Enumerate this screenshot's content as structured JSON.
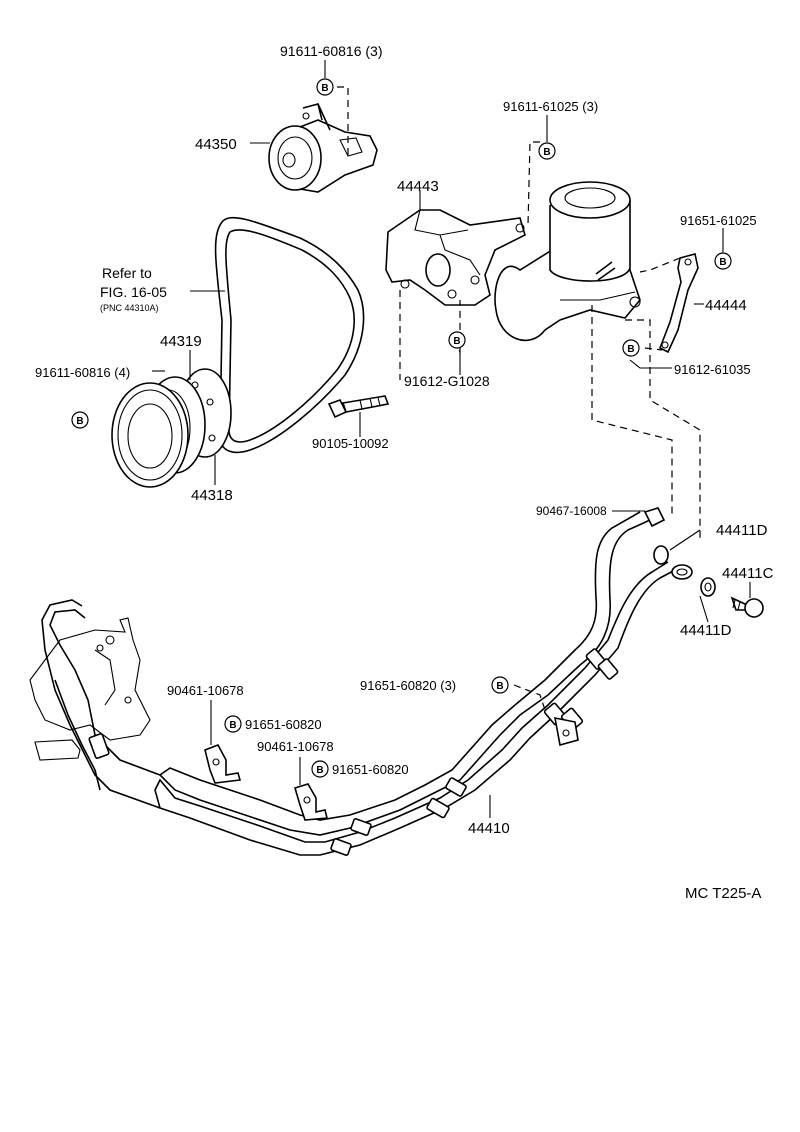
{
  "parts": {
    "pump": "44350",
    "pump_bolt": "91611-60816 (3)",
    "bracket_bolt_top": "91611-61025 (3)",
    "bracket": "44443",
    "stay_bolt": "91651-61025",
    "stay": "44444",
    "stay_bolt_lower": "91612-61035",
    "bracket_bolt": "91612-G1028",
    "long_bolt": "90105-10092",
    "refer_line1": "Refer to",
    "refer_line2": "FIG. 16-05",
    "refer_line3": "(PNC 44310A)",
    "pulley": "44319",
    "pulley_bolt": "91611-60816 (4)",
    "pulley_plate": "44318",
    "hose_clip": "90467-16008",
    "gasket_a": "44411D",
    "union_bolt": "44411C",
    "gasket_b": "44411D",
    "clamp_bolt_row": "91651-60820 (3)",
    "clamp_1": "90461-10678",
    "clamp_bolt_1": "91651-60820",
    "clamp_2": "90461-10678",
    "clamp_bolt_2": "91651-60820",
    "tube": "44410"
  },
  "bolt_mark": "B",
  "figure_code": "MC T225-A"
}
